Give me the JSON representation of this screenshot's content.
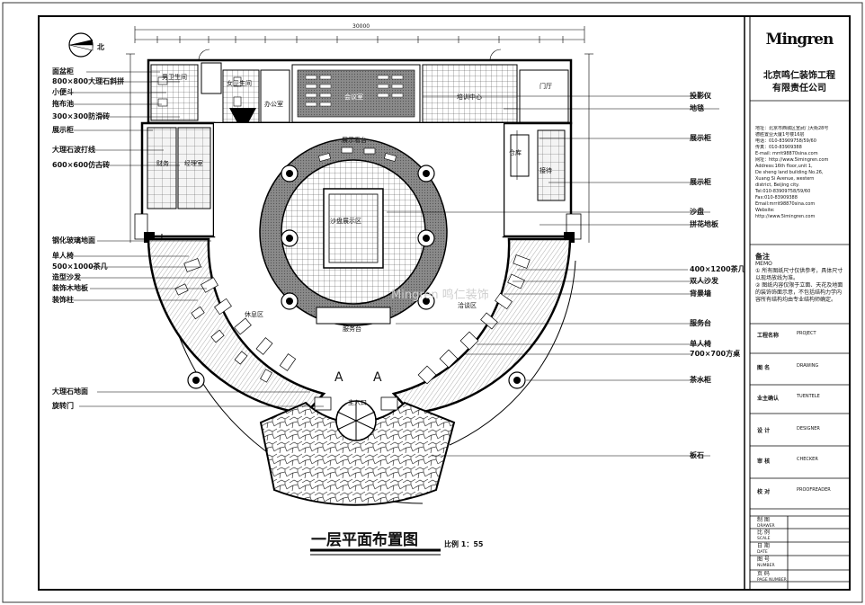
{
  "drawing": {
    "title": "一层平面布置图",
    "scale": "比例 1：55",
    "north": "北",
    "overall_dim": "30000",
    "watermark": "Mingren 鸣仁装饰"
  },
  "labels_left": [
    "面盆柜",
    "800×800大理石斜拼",
    "小便斗",
    "拖布池",
    "300×300防滑砖",
    "展示柜",
    "大理石波打线",
    "600×600仿古砖",
    "钢化玻璃地面",
    "单人椅",
    "500×1000茶几",
    "造型沙发",
    "装饰木地板",
    "装饰柱",
    "大理石地面",
    "旋转门"
  ],
  "labels_right": [
    "投影仪",
    "地毯",
    "展示柜",
    "展示柜",
    "沙盘",
    "拼花地板",
    "400×1200茶几",
    "双人沙发",
    "背景墙",
    "服务台",
    "单人椅",
    "700×700方桌",
    "茶水柜",
    "板石"
  ],
  "rooms": {
    "male_wc": "男卫生间",
    "female_wc": "女卫生间",
    "office": "办公室",
    "meeting": "会议室",
    "training": "培训中心",
    "storage": "仓库",
    "sand_table": "沙盘展示区",
    "display_stage": "展示看台",
    "leisure": "休息区",
    "negotiation": "洽谈区",
    "service_desk": "服务台",
    "manager": "经理室",
    "finance": "财务",
    "hall": "门厅",
    "reception": "接待",
    "entrance": "主入口",
    "a1": "A",
    "a2": "A"
  },
  "title_block": {
    "logo": "Mingren",
    "company_line1": "北京鸣仁装饰工程",
    "company_line2": "有限责任公司",
    "address_lines": [
      "地址：北京市西城区宣武门大街28号",
      "德胜置业大厦1号楼16层",
      "电话：010-83909758/59/60",
      "传真：010-83909388",
      "E-mail: mrrit98870sina.com",
      "网址：http://www.5imingren.com",
      "Address:16th floor,unit 1,",
      "De sheng land building No.26,",
      "Xuang Si Avenue, western",
      "district, Beijing city.",
      "Tel:010-83909758/59/60",
      "Fax:010-83909388",
      "Email:mrrit98870sina.com",
      "Website:",
      "http://www.5imingren.com"
    ],
    "memo_title": "备注",
    "memo_en": "MEMO",
    "memo_1": "① 所有图纸尺寸仅供参考，具体尺寸以现场放线为准。",
    "memo_2": "② 图纸内容仅限于立面、天花及地面的装饰饰面示意，不包括结构力学内容所有结构均由专业结构师确定。",
    "fields": [
      {
        "k": "工程名称",
        "v": "PROJECT"
      },
      {
        "k": "图  名",
        "v": "DRAWING"
      },
      {
        "k": "业主确认",
        "v": "TUENTELE"
      },
      {
        "k": "设  计",
        "v": "DESIGNER"
      },
      {
        "k": "审  核",
        "v": "CHECKER"
      },
      {
        "k": "校  对",
        "v": "PROOFREADER"
      }
    ],
    "sign": [
      {
        "cn": "制  图",
        "en": "DRAWER"
      },
      {
        "cn": "比  例",
        "en": "SCALE"
      },
      {
        "cn": "日  期",
        "en": "DATE"
      },
      {
        "cn": "图  号",
        "en": "NUMBER"
      },
      {
        "cn": "页  码",
        "en": "PAGE NUMBER"
      }
    ]
  }
}
